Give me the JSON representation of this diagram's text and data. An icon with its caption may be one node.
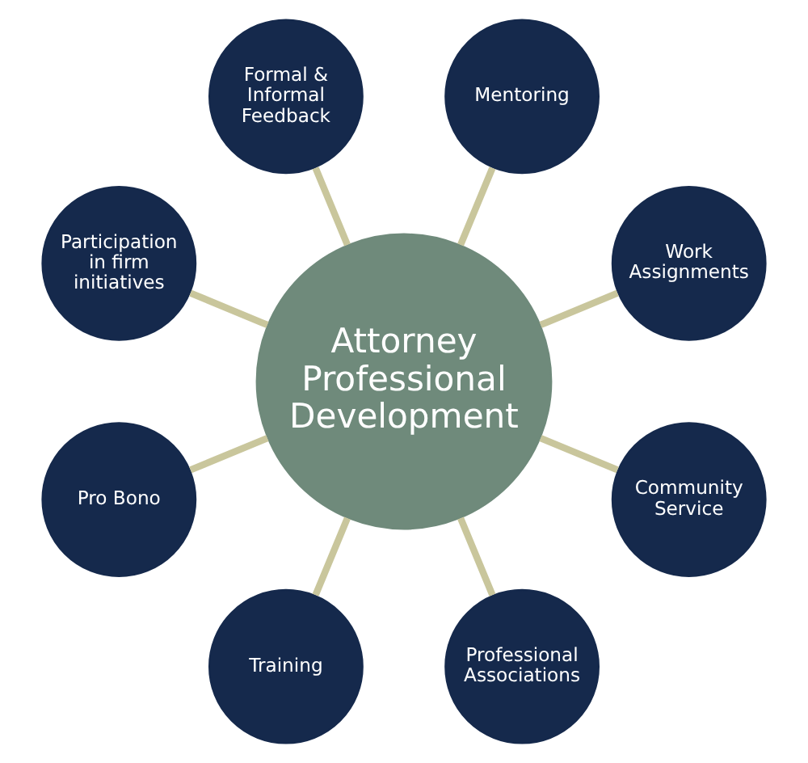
{
  "diagram": {
    "nodes": [
      {
        "text": [
          "Attorney Professional Development"
        ]
      },
      {
        "text": [
          "Work Assignments"
        ]
      },
      {
        "text": [
          "Mentoring"
        ]
      },
      {
        "text": [
          "Formal & Informal Feedback"
        ]
      },
      {
        "text": [
          "Participation in firm initiatives"
        ]
      },
      {
        "text": [
          "Pro Bono"
        ]
      },
      {
        "text": [
          "Training"
        ]
      },
      {
        "text": [
          "Professional Associations"
        ]
      },
      {
        "text": [
          "Community Service"
        ]
      }
    ],
    "edges": [
      {
        "from": 0,
        "to": 1,
        "arrow": "none"
      },
      {
        "from": 0,
        "to": 2,
        "arrow": "none"
      },
      {
        "from": 0,
        "to": 3,
        "arrow": "none"
      },
      {
        "from": 0,
        "to": 4,
        "arrow": "none"
      },
      {
        "from": 0,
        "to": 5,
        "arrow": "none"
      },
      {
        "from": 0,
        "to": 6,
        "arrow": "none"
      },
      {
        "from": 0,
        "to": 7,
        "arrow": "none"
      },
      {
        "from": 0,
        "to": 8,
        "arrow": "none"
      }
    ]
  }
}
